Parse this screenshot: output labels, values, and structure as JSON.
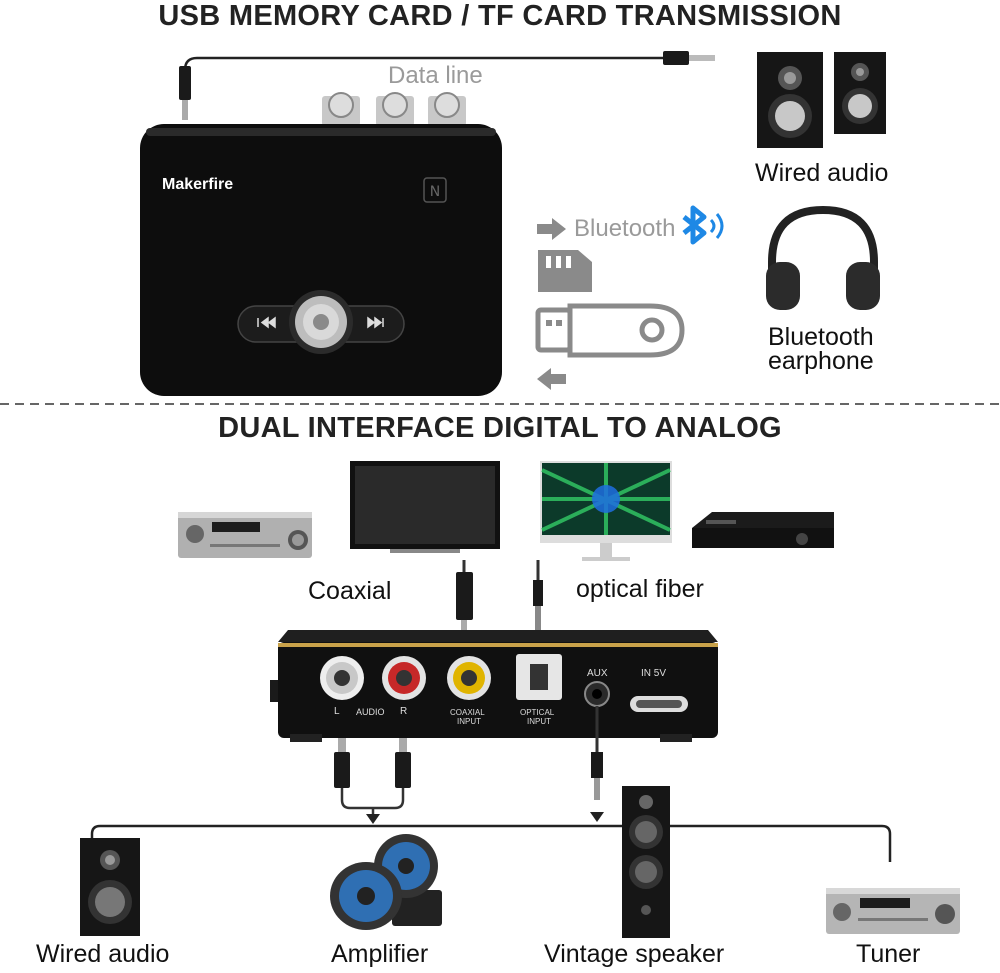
{
  "top": {
    "heading": "USB MEMORY CARD / TF CARD TRANSMISSION",
    "data_line_label": "Data line",
    "brand": "Makerfire",
    "bluetooth_label": "Bluetooth",
    "wired_audio_label": "Wired audio",
    "bt_earphone_line1": "Bluetooth",
    "bt_earphone_line2": "earphone"
  },
  "bottom": {
    "heading": "DUAL INTERFACE DIGITAL TO ANALOG",
    "coaxial_label": "Coaxial",
    "optical_label": "optical fiber",
    "port_l": "L",
    "port_audio": "AUDIO",
    "port_r": "R",
    "port_coaxial_1": "COAXIAL",
    "port_coaxial_2": "INPUT",
    "port_optical_1": "OPTICAL",
    "port_optical_2": "INPUT",
    "port_aux": "AUX",
    "port_in5v": "IN 5V",
    "outputs": [
      "Wired audio",
      "Amplifier",
      "Vintage speaker",
      "Tuner"
    ]
  },
  "colors": {
    "device_body": "#0d0d0d",
    "bluetooth_blue": "#1e88e5",
    "gold_trim": "#c9a24a",
    "speaker_blue": "#2f6fb3"
  }
}
